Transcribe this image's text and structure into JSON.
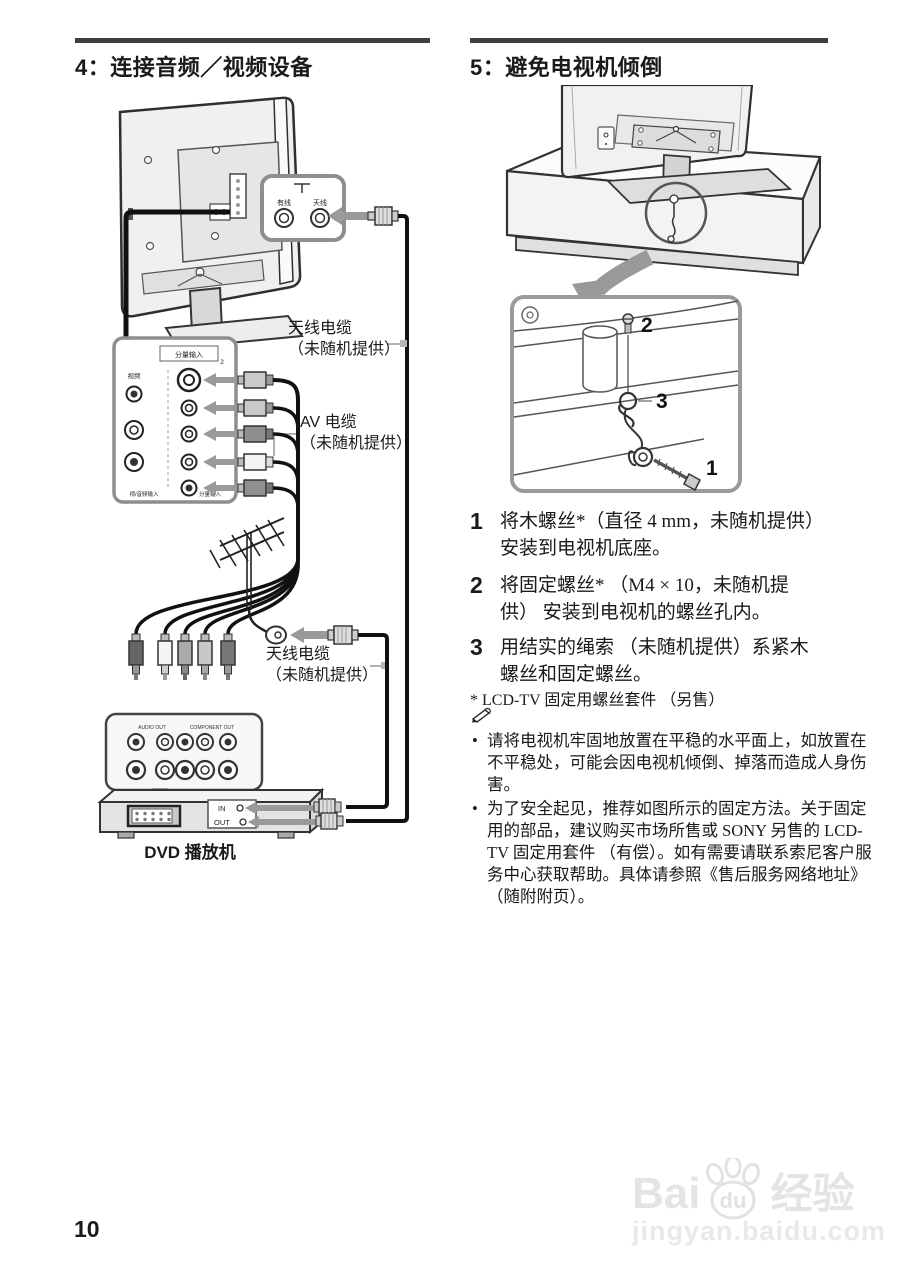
{
  "page": {
    "number": "10"
  },
  "sections": {
    "left": {
      "title": "4：连接音频／视频设备",
      "labels": {
        "antenna_cable_top": [
          "天线电缆",
          "（未随机提供）"
        ],
        "av_cable": [
          "AV 电缆",
          "（未随机提供）"
        ],
        "antenna_cable_bottom": [
          "天线电缆",
          "（未随机提供）"
        ]
      },
      "tv_callout": {
        "cable": "有线",
        "antenna": "天线"
      },
      "av_panel": {
        "component_in": "分量输入",
        "num": "2",
        "video": "视频",
        "av_in": "视/音频输入",
        "component": "分量输入"
      },
      "dvd_panel": {
        "audio_out": "AUDIO OUT",
        "component_out": "COMPONENT OUT"
      },
      "dvd_box": {
        "in_label": "IN",
        "out_label": "OUT"
      },
      "dvd_caption": "DVD 播放机"
    },
    "right": {
      "title": "5：避免电视机倾倒",
      "detail_numbers": {
        "screw": "2",
        "rope": "3",
        "wood_screw": "1"
      },
      "steps": [
        {
          "num": "1",
          "lines": [
            "将木螺丝*（直径 4 mm，未随机提供）",
            "安装到电视机底座。"
          ]
        },
        {
          "num": "2",
          "lines": [
            "将固定螺丝* （M4 × 10，未随机提",
            "供） 安装到电视机的螺丝孔内。"
          ]
        },
        {
          "num": "3",
          "lines": [
            "用结实的绳索 （未随机提供）系紧木",
            "螺丝和固定螺丝。"
          ]
        }
      ],
      "footnote": "* LCD-TV 固定用螺丝套件 （另售）",
      "notes": [
        "请将电视机牢固地放置在平稳的水平面上，如放置在不平稳处，可能会因电视机倾倒、掉落而造成人身伤害。",
        "为了安全起见，推荐如图所示的固定方法。关于固定用的部品，建议购买市场所售或 SONY 另售的 LCD-TV 固定用套件 （有偿）。如有需要请联系索尼客户服务中心获取帮助。具体请参照《售后服务网络地址》（随附附页）。"
      ]
    }
  },
  "watermark": {
    "brand_latin": "Bai",
    "brand_paw": "du",
    "brand_cn": "经验",
    "url": "jingyan.baidu.com"
  },
  "colors": {
    "rule": "#3f3f3f",
    "callout_border": "#8e8e8e",
    "arrow_gray": "#9a9a9a",
    "watermark": "#e4e4e4"
  }
}
